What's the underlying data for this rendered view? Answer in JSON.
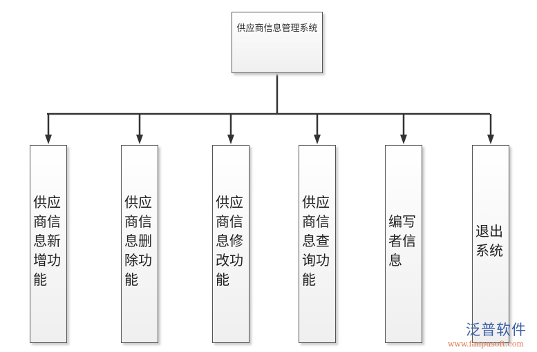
{
  "root": {
    "label": "供应商信息管理系统"
  },
  "children": [
    {
      "label": "供应商信息新增功能"
    },
    {
      "label": "供应商信息删除功能"
    },
    {
      "label": "供应商信息修改功能"
    },
    {
      "label": "供应商信息查询功能"
    },
    {
      "label": "编写者信息"
    },
    {
      "label": "退出系统"
    }
  ],
  "watermark": {
    "name": "泛普软件",
    "url": "www.fanpusoft.com"
  }
}
